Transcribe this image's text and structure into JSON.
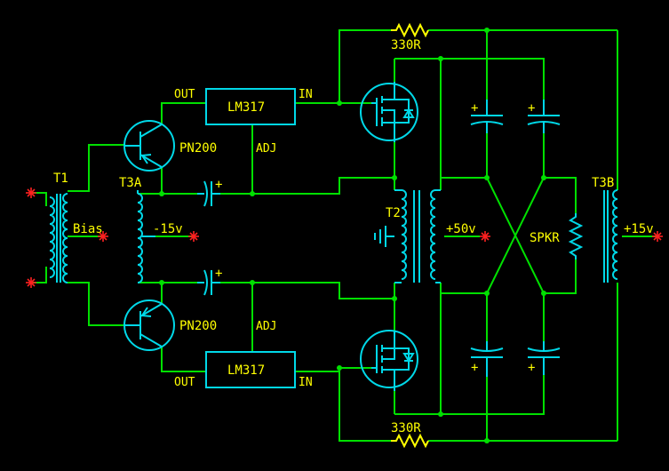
{
  "colors": {
    "background": "#000000",
    "wire": "#00e000",
    "component": "#00d8e8",
    "label": "#ffff00",
    "terminal": "#ff2020"
  },
  "labels": {
    "t1": "T1",
    "bias": "Bias",
    "t3a": "T3A",
    "neg15": "-15v",
    "q_top": "PN200",
    "q_bottom": "PN200",
    "reg_top": "LM317",
    "reg_bottom": "LM317",
    "out_top": "OUT",
    "out_bottom": "OUT",
    "in_top": "IN",
    "in_bottom": "IN",
    "adj_top": "ADJ",
    "adj_bottom": "ADJ",
    "r_top": "330R",
    "r_bottom": "330R",
    "t2": "T2",
    "pos50": "+50v",
    "spkr": "SPKR",
    "t3b": "T3B",
    "pos15": "+15v",
    "cap_plus": "+"
  },
  "icons": {
    "terminal": "red-star-terminal",
    "ground": "ground-icon",
    "transistor": "pnp-transistor-icon",
    "mosfet": "mosfet-icon",
    "capacitor": "electrolytic-capacitor-icon",
    "transformer": "transformer-coil-icon",
    "resistor": "resistor-icon",
    "speaker": "speaker-icon"
  }
}
